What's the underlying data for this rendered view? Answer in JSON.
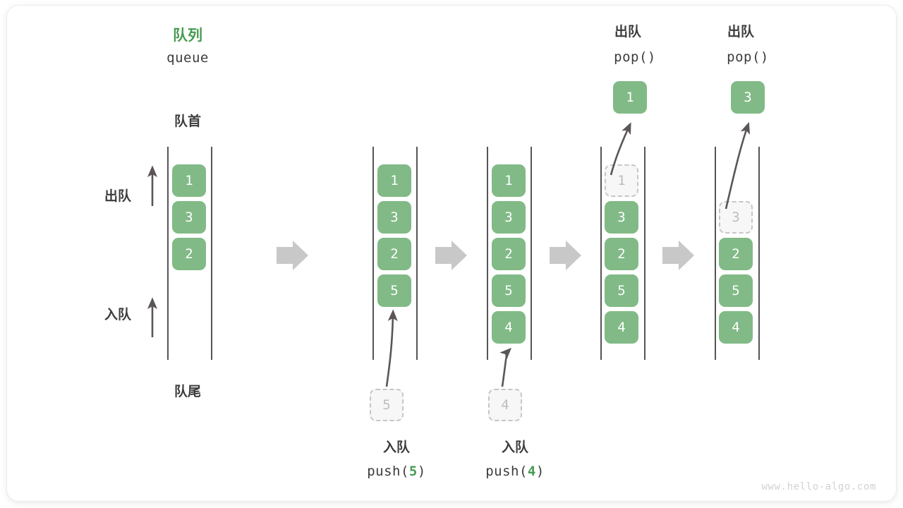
{
  "diagram": {
    "title_cjk": "队列",
    "title_en": "queue",
    "front_label": "队首",
    "rear_label": "队尾",
    "dequeue_label": "出队",
    "enqueue_label": "入队",
    "watermark": "www.hello-algo.com",
    "colors": {
      "node_green": "#81ba86",
      "accent_green": "#489b51",
      "rail_gray": "#555555",
      "flow_arrow_gray": "#c8c8c8",
      "ghost_border": "#c6c6c6",
      "ghost_fill": "#f7f7f7",
      "text_dark": "#3c3c3c",
      "watermark_gray": "#d2d2d2"
    }
  },
  "stages": [
    {
      "id": "initial",
      "caption_cjk": "",
      "caption_code": "",
      "nodes": [
        "1",
        "3",
        "2"
      ],
      "ghost_index": -1,
      "incoming": null,
      "popped": null,
      "header_cjk": "",
      "header_code": ""
    },
    {
      "id": "push-5",
      "caption_cjk": "入队",
      "caption_code": "push(5)",
      "caption_code_prefix": "push(",
      "caption_code_value": "5",
      "caption_code_suffix": ")",
      "nodes": [
        "1",
        "3",
        "2",
        "5"
      ],
      "ghost_index": -1,
      "incoming": "5",
      "popped": null,
      "header_cjk": "",
      "header_code": ""
    },
    {
      "id": "push-4",
      "caption_cjk": "入队",
      "caption_code": "push(4)",
      "caption_code_prefix": "push(",
      "caption_code_value": "4",
      "caption_code_suffix": ")",
      "nodes": [
        "1",
        "3",
        "2",
        "5",
        "4"
      ],
      "ghost_index": -1,
      "incoming": "4",
      "popped": null,
      "header_cjk": "",
      "header_code": ""
    },
    {
      "id": "pop-1",
      "caption_cjk": "",
      "caption_code": "",
      "nodes": [
        "1",
        "3",
        "2",
        "5",
        "4"
      ],
      "ghost_index": 0,
      "incoming": null,
      "popped": "1",
      "header_cjk": "出队",
      "header_code": "pop()"
    },
    {
      "id": "pop-3",
      "caption_cjk": "",
      "caption_code": "",
      "nodes": [
        "3",
        "2",
        "5",
        "4"
      ],
      "ghost_index": 0,
      "incoming": null,
      "popped": "3",
      "header_cjk": "出队",
      "header_code": "pop()"
    }
  ],
  "stage_headers": [
    {
      "cjk": "出队",
      "code": "pop()"
    },
    {
      "cjk": "出队",
      "code": "pop()"
    }
  ]
}
